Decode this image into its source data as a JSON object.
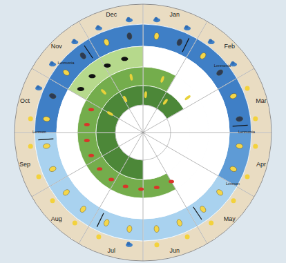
{
  "diagram": {
    "labels": [
      "Jan",
      "Feb",
      "Mar",
      "Apr",
      "May",
      "Jun",
      "Jul",
      "Aug",
      "Sep",
      "Oct",
      "Nov",
      "Dec",
      "Lenmonia",
      "Lenmonia",
      "Lenmonia",
      "Lenmon",
      "Lenmon"
    ]
  }
}
